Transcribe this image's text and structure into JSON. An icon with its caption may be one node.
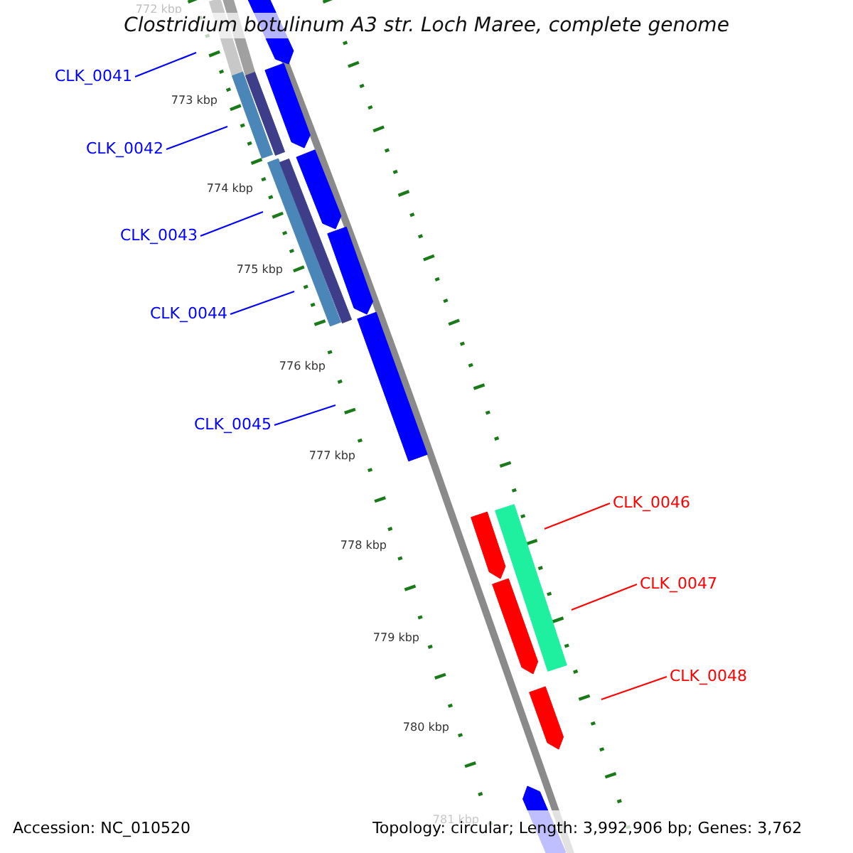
{
  "diagram": {
    "title": "Clostridium botulinum A3 str. Loch Maree, complete genome",
    "nodes": [
      {
        "text": [
          "CLK_0041"
        ]
      },
      {
        "text": [
          "CLK_0042"
        ]
      },
      {
        "text": [
          "CLK_0043"
        ]
      },
      {
        "text": [
          "CLK_0044"
        ]
      },
      {
        "text": [
          "CLK_0045"
        ]
      },
      {
        "text": [
          "CLK_0046"
        ]
      },
      {
        "text": [
          "CLK_0047"
        ]
      },
      {
        "text": [
          "CLK_0048"
        ]
      }
    ],
    "edges": [
      {
        "from": 0,
        "to": null,
        "arrow": "none"
      },
      {
        "from": 1,
        "to": null,
        "arrow": "none"
      },
      {
        "from": 2,
        "to": null,
        "arrow": "none"
      },
      {
        "from": 3,
        "to": null,
        "arrow": "none"
      },
      {
        "from": 4,
        "to": null,
        "arrow": "none"
      },
      {
        "from": 5,
        "to": null,
        "arrow": "none",
        "color": "#ff0000"
      },
      {
        "from": 6,
        "to": null,
        "arrow": "none",
        "color": "#ff0000"
      },
      {
        "from": 7,
        "to": null,
        "arrow": "none",
        "color": "#ff0000"
      }
    ],
    "labels": [
      "772 kbp",
      "773 kbp",
      "774 kbp",
      "775 kbp",
      "776 kbp",
      "777 kbp",
      "778 kbp",
      "779 kbp",
      "780 kbp",
      "781 kbp",
      "Accession: NC_010520",
      "Topology: circular; Length: 3,992,906 bp; Genes: 3,762"
    ]
  }
}
